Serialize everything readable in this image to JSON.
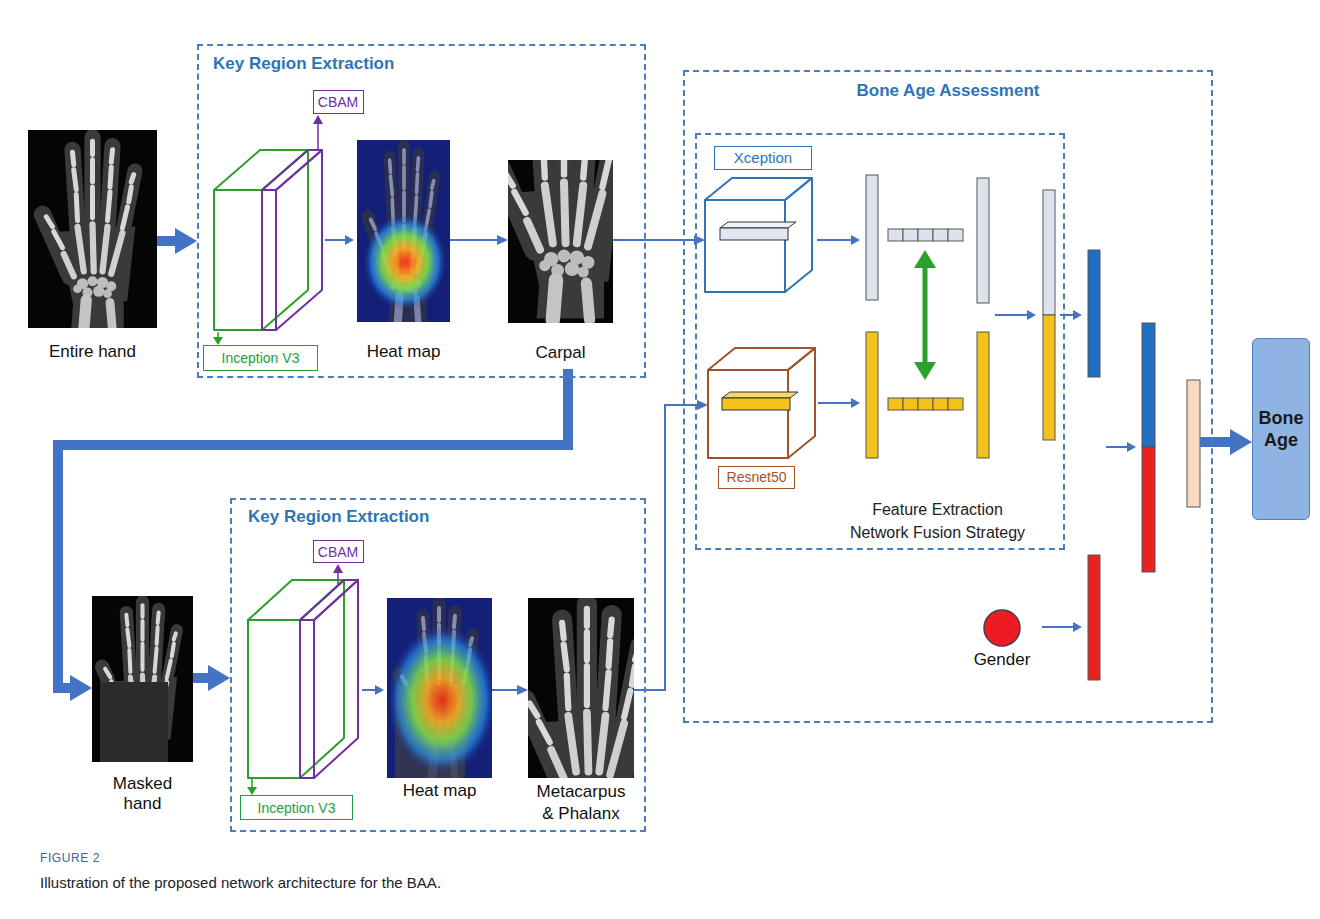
{
  "diagram": {
    "caption": "Illustration of the proposed network architecture for the BAA.",
    "nodes": [
      {
        "text": [
          "Entire hand"
        ]
      },
      {
        "text": [
          "Key Region Extraction"
        ]
      },
      {
        "text": [
          "CBAM"
        ],
        "in": 1
      },
      {
        "text": [
          "Inception V3"
        ],
        "in": 1
      },
      {
        "text": [
          "Heat map"
        ],
        "in": 1
      },
      {
        "text": [
          "Carpal"
        ],
        "in": 1
      },
      {
        "text": [
          "Bone Age Assessment"
        ]
      },
      {
        "text": [
          "Feature Extraction Network Fusion Strategy"
        ],
        "in": 6
      },
      {
        "text": [
          "Xception"
        ],
        "in": 7
      },
      {
        "text": [
          "Resnet50"
        ],
        "in": 7
      },
      {
        "text": [
          "Gender"
        ],
        "in": 6
      },
      {
        "text": [
          "Bone Age"
        ]
      },
      {
        "text": [
          "Masked hand"
        ]
      },
      {
        "text": [
          "Key Region Extraction"
        ]
      },
      {
        "text": [
          "CBAM"
        ],
        "in": 13
      },
      {
        "text": [
          "Inception V3"
        ],
        "in": 13
      },
      {
        "text": [
          "Heat map"
        ],
        "in": 13
      },
      {
        "text": [
          "Metacarpus & Phalanx"
        ],
        "in": 13
      }
    ],
    "edges": [
      {
        "from": 0,
        "to": 1,
        "arrow": "to"
      },
      {
        "from": 4,
        "to": 5,
        "arrow": "to"
      },
      {
        "from": 5,
        "to": 8,
        "arrow": "to"
      },
      {
        "from": 5,
        "to": 12,
        "arrow": "to"
      },
      {
        "from": 12,
        "to": 13,
        "arrow": "to"
      },
      {
        "from": 16,
        "to": 17,
        "arrow": "to"
      },
      {
        "from": 17,
        "to": 9,
        "arrow": "to"
      },
      {
        "from": 6,
        "to": 11,
        "arrow": "to"
      }
    ],
    "labels": [
      "FIGURE 2"
    ]
  }
}
